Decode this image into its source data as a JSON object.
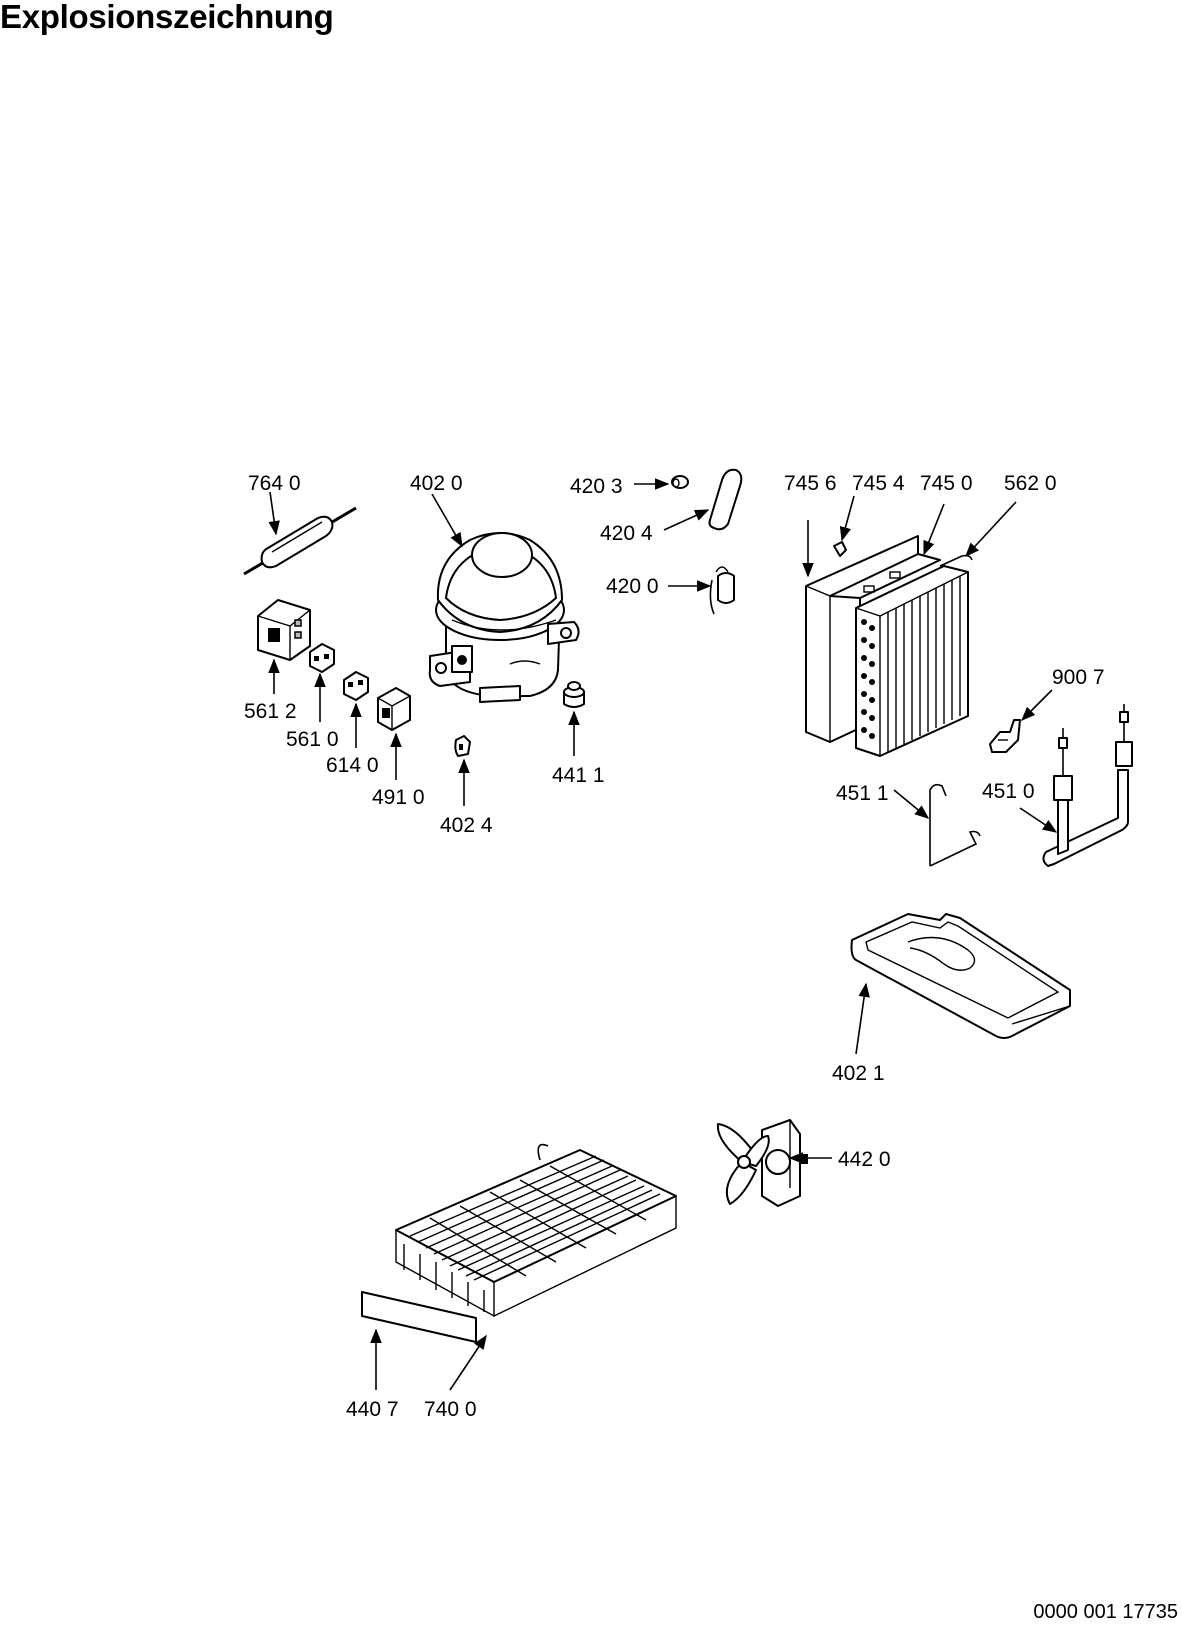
{
  "title": "Explosionszeichnung",
  "document_number": "0000 001 17735",
  "callouts": [
    {
      "id": "7640",
      "text": "764 0"
    },
    {
      "id": "4020",
      "text": "402 0"
    },
    {
      "id": "4203",
      "text": "420 3"
    },
    {
      "id": "4204",
      "text": "420 4"
    },
    {
      "id": "4200",
      "text": "420 0"
    },
    {
      "id": "7456",
      "text": "745 6"
    },
    {
      "id": "7454",
      "text": "745 4"
    },
    {
      "id": "7450",
      "text": "745 0"
    },
    {
      "id": "5620",
      "text": "562 0"
    },
    {
      "id": "5612",
      "text": "561 2"
    },
    {
      "id": "5610",
      "text": "561 0"
    },
    {
      "id": "6140",
      "text": "614 0"
    },
    {
      "id": "4910",
      "text": "491 0"
    },
    {
      "id": "4024",
      "text": "402 4"
    },
    {
      "id": "4411",
      "text": "441 1"
    },
    {
      "id": "9007",
      "text": "900 7"
    },
    {
      "id": "4511",
      "text": "451 1"
    },
    {
      "id": "4510",
      "text": "451 0"
    },
    {
      "id": "4021",
      "text": "402 1"
    },
    {
      "id": "4420",
      "text": "442 0"
    },
    {
      "id": "4407",
      "text": "440 7"
    },
    {
      "id": "7400",
      "text": "740 0"
    }
  ]
}
